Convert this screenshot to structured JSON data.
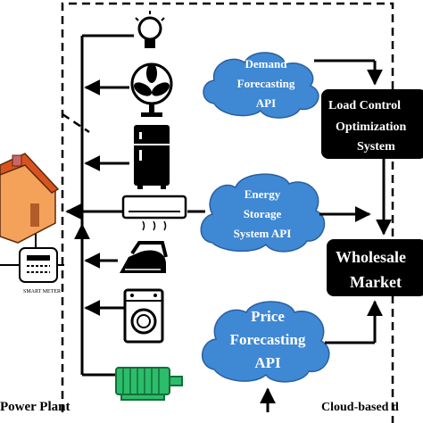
{
  "apis": {
    "demand": [
      "Demand",
      "Forecasting",
      "API"
    ],
    "storage": [
      "Energy",
      "Storage",
      "System API"
    ],
    "price": [
      "Price",
      "Forecasting",
      "API"
    ]
  },
  "boxes": {
    "load_control": [
      "Load Control",
      "Optimization",
      "System"
    ],
    "wholesale": [
      "Wholesale",
      "Market"
    ]
  },
  "labels": {
    "power_plant": "Power Plant",
    "cloud_based": "Cloud-based d",
    "smart_meter": "SMART METER"
  },
  "devices": [
    "light-bulb",
    "fan",
    "refrigerator",
    "air-conditioner",
    "iron",
    "washing-machine",
    "motor"
  ],
  "colors": {
    "cloud_fill": "#3f88d4",
    "cloud_text": "#ffffff",
    "box_fill": "#000000",
    "box_text": "#ffffff",
    "motor": "#2bbd6a",
    "house_roof": "#d9531e",
    "house_wall": "#f4a15a"
  }
}
